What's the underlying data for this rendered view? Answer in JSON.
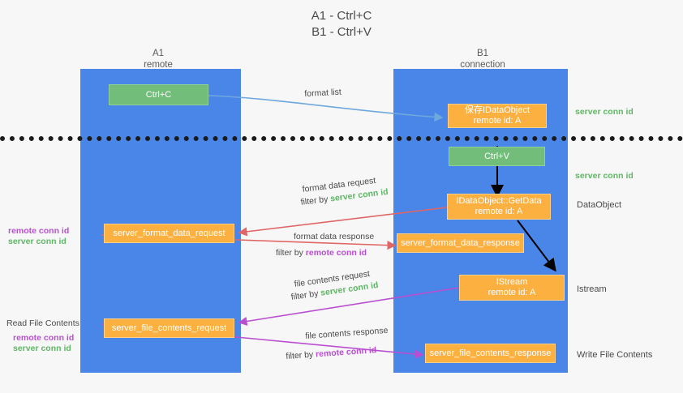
{
  "title": "A1 - Ctrl+C\nB1 - Ctrl+V",
  "colors": {
    "lane": "#4a86e8",
    "green_box": "#72bd79",
    "orange_box": "#fbb040",
    "server_conn": "#5fb665",
    "remote_conn": "#b94fd0",
    "blue_arrow": "#6fa8dc",
    "red_arrow": "#e06666",
    "magenta_arrow": "#b94fd0",
    "black_arrow": "#000000",
    "divider": "#1b1b1b",
    "background": "#f7f7f7"
  },
  "columns": [
    {
      "name": "A1",
      "sub": "remote"
    },
    {
      "name": "B1",
      "sub": "connection"
    }
  ],
  "boxes": {
    "ctrl_c": "Ctrl+C",
    "ctrl_v": "Ctrl+V",
    "save_dataobject_l1": "保存IDataObject",
    "save_dataobject_l2": "remote id: A",
    "getdata_l1": "IDataObject::GetData",
    "getdata_l2": "remote id: A",
    "istream_l1": "IStream",
    "istream_l2": "remote id: A",
    "server_format_data_request": "server_format_data_request",
    "server_format_data_response": "server_format_data_response",
    "server_file_contents_request": "server_file_contents_request",
    "server_file_contents_response": "server_file_contents_response"
  },
  "edge_labels": {
    "format_list": "format list",
    "format_data_request": "format data request",
    "format_data_response": "format data response",
    "file_contents_request": "file contents request",
    "file_contents_response": "file contents response",
    "filter_by": "filter by ",
    "server_conn_id": "server conn id",
    "remote_conn_id": "remote conn id"
  },
  "right_labels": {
    "server_conn_id_top": "server conn id",
    "server_conn_id_mid": "server conn id",
    "dataobject": "DataObject",
    "istream": "Istream",
    "write_file_contents": "Write File Contents"
  },
  "left_labels": {
    "read_file_contents": "Read File Contents",
    "remote_conn_id_a": "remote conn id",
    "server_conn_id_a": "server conn id",
    "remote_conn_id_b": "remote conn id",
    "server_conn_id_b": "server conn id"
  }
}
